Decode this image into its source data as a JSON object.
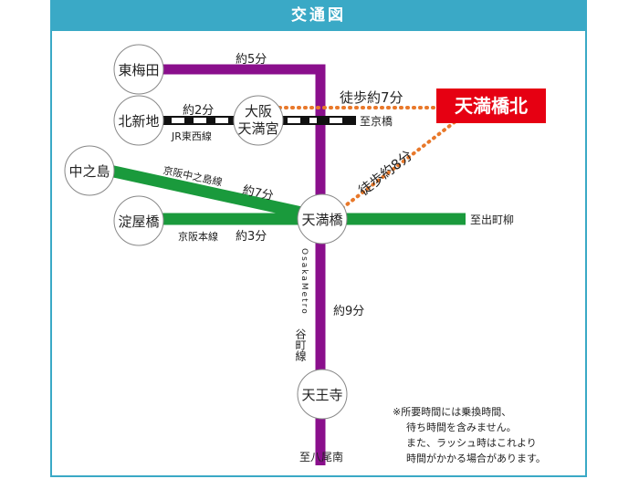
{
  "header": {
    "title": "交通図"
  },
  "stations": {
    "higashi_umeda": "東梅田",
    "kitashinchi": "北新地",
    "osaka_tenmangu_1": "大阪",
    "osaka_tenmangu_2": "天満宮",
    "nakanoshima": "中之島",
    "yodoyabashi": "淀屋橋",
    "tenmabashi": "天満橋",
    "tennoji": "天王寺"
  },
  "destination": "天満橋北",
  "labels": {
    "umeda_time": "約5分",
    "jr_time": "約2分",
    "jr_line": "JR東西線",
    "walk7": "徒歩約7分",
    "walk8": "徒歩約8分",
    "to_kyobashi": "至京橋",
    "nakanoshima_line": "京阪中之島線",
    "nakanoshima_time": "約7分",
    "keihan_main": "京阪本線",
    "keihan_time": "約3分",
    "to_demachiyanagi": "至出町柳",
    "metro_line_latin": "OsakaMetro",
    "metro_line_jp": "谷町線",
    "metro_time": "約9分",
    "to_yaominami": "至八尾南"
  },
  "note": [
    "※所要時間には乗換時間、",
    "待ち時間を含みません。",
    "また、ラッシュ時はこれより",
    "時間がかかる場合があります。"
  ],
  "colors": {
    "header": "#3aa9c6",
    "tanimachi": "#8a0f8c",
    "keihan": "#1a9a3c",
    "walk": "#e8782a",
    "destination": "#e60012"
  }
}
